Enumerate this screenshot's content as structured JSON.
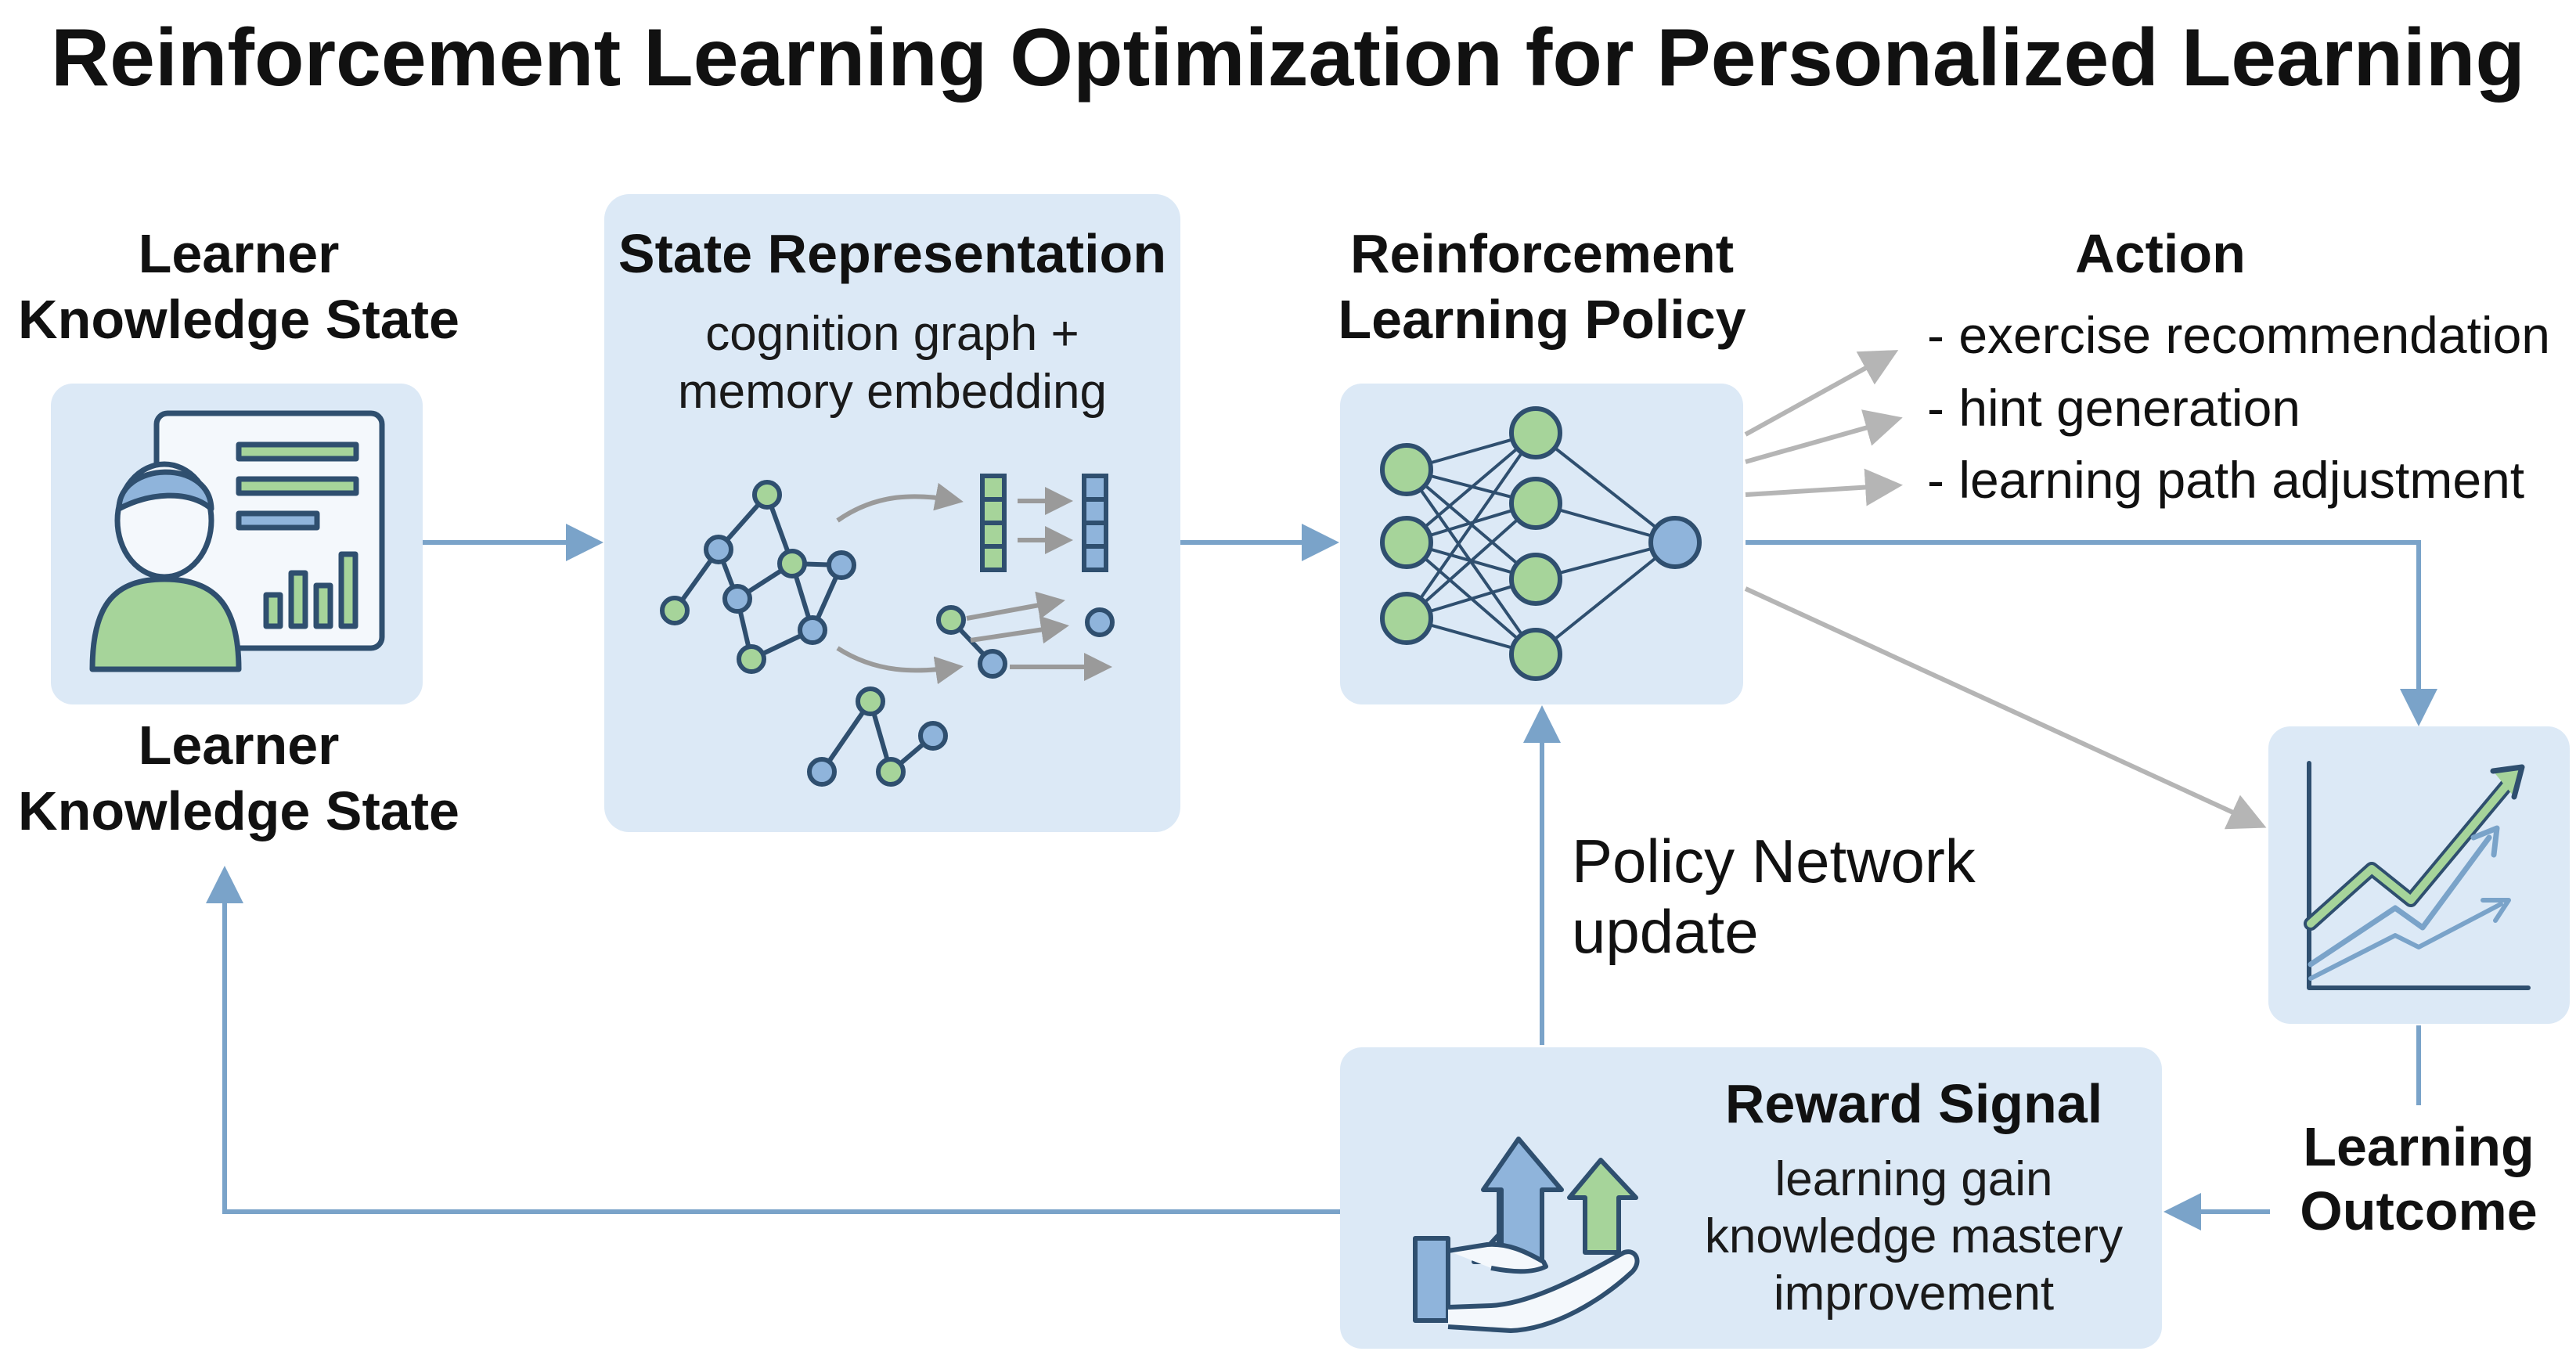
{
  "title": "Reinforcement Learning Optimization for Personalized Learning",
  "learner": {
    "label_top": [
      "Learner",
      "Knowledge State"
    ],
    "label_bottom": [
      "Learner",
      "Knowledge State"
    ]
  },
  "state_repr": {
    "title": "State Representation",
    "subtitle": [
      "cognition graph +",
      "memory embedding"
    ]
  },
  "policy": {
    "label": [
      "Reinforcement",
      "Learning Policy"
    ]
  },
  "action": {
    "title": "Action",
    "items": [
      "- exercise recommendation",
      "- hint generation",
      "- learning path adjustment"
    ]
  },
  "policy_update": [
    "Policy Network",
    "update"
  ],
  "reward": {
    "title": "Reward Signal",
    "lines": [
      "learning gain",
      "knowledge mastery",
      "improvement"
    ]
  },
  "outcome": {
    "label": [
      "Learning",
      "Outcome"
    ]
  },
  "colors": {
    "box_fill": "#dce9f6",
    "arrow_blue": "#7aa3c9",
    "arrow_gray": "#b5b5b5",
    "node_green": "#a6d49a",
    "node_blue": "#8fb4db",
    "outline": "#2f4f6f"
  }
}
